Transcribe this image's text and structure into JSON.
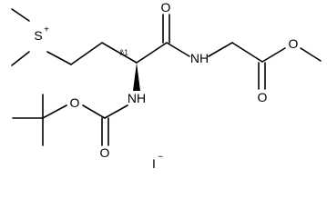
{
  "molecule": {
    "atoms": {
      "sulfonium": "S",
      "charge": "+",
      "amide_oxygen": "O",
      "amide_nh": "NH",
      "ester_oxygen": "O",
      "ester_carbonyl_oxygen": "O",
      "carbamate_oxygen": "O",
      "boc_nh": "NH",
      "boc_carbonyl_oxygen": "O",
      "counter_ion": "I",
      "counter_ion_charge": "−"
    },
    "stereo_label": "&1"
  }
}
